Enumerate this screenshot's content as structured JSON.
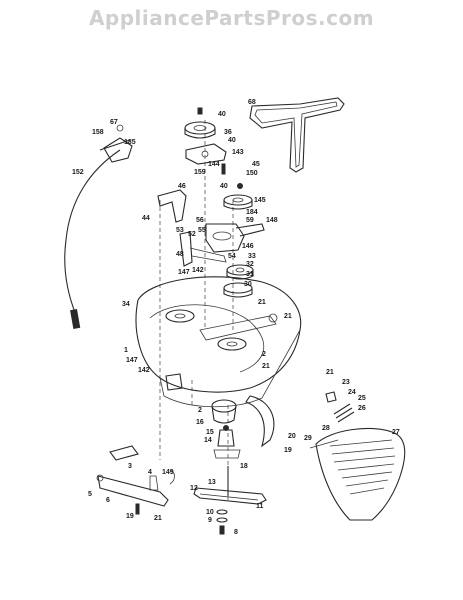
{
  "watermark": "AppliancePartsPros.com",
  "labels": [
    {
      "id": "40a",
      "text": "40"
    },
    {
      "id": "68",
      "text": "68"
    },
    {
      "id": "67",
      "text": "67"
    },
    {
      "id": "36",
      "text": "36"
    },
    {
      "id": "158",
      "text": "158"
    },
    {
      "id": "185",
      "text": "185"
    },
    {
      "id": "40b",
      "text": "40"
    },
    {
      "id": "143",
      "text": "143"
    },
    {
      "id": "144",
      "text": "144"
    },
    {
      "id": "45",
      "text": "45"
    },
    {
      "id": "152",
      "text": "152"
    },
    {
      "id": "159",
      "text": "159"
    },
    {
      "id": "150",
      "text": "150"
    },
    {
      "id": "40c",
      "text": "40"
    },
    {
      "id": "46",
      "text": "46"
    },
    {
      "id": "145",
      "text": "145"
    },
    {
      "id": "184",
      "text": "184"
    },
    {
      "id": "44",
      "text": "44"
    },
    {
      "id": "56",
      "text": "56"
    },
    {
      "id": "59",
      "text": "59"
    },
    {
      "id": "148",
      "text": "148"
    },
    {
      "id": "55",
      "text": "55"
    },
    {
      "id": "53",
      "text": "53"
    },
    {
      "id": "52",
      "text": "52"
    },
    {
      "id": "146",
      "text": "146"
    },
    {
      "id": "48",
      "text": "48"
    },
    {
      "id": "54",
      "text": "54"
    },
    {
      "id": "33",
      "text": "33"
    },
    {
      "id": "32",
      "text": "32"
    },
    {
      "id": "147a",
      "text": "147"
    },
    {
      "id": "142a",
      "text": "142"
    },
    {
      "id": "31",
      "text": "31"
    },
    {
      "id": "30",
      "text": "30"
    },
    {
      "id": "21a",
      "text": "21"
    },
    {
      "id": "34",
      "text": "34"
    },
    {
      "id": "21b",
      "text": "21"
    },
    {
      "id": "1",
      "text": "1"
    },
    {
      "id": "2a",
      "text": "2"
    },
    {
      "id": "147b",
      "text": "147"
    },
    {
      "id": "21c",
      "text": "21"
    },
    {
      "id": "142b",
      "text": "142"
    },
    {
      "id": "21d",
      "text": "21"
    },
    {
      "id": "23",
      "text": "23"
    },
    {
      "id": "24",
      "text": "24"
    },
    {
      "id": "25",
      "text": "25"
    },
    {
      "id": "26",
      "text": "26"
    },
    {
      "id": "2b",
      "text": "2"
    },
    {
      "id": "16",
      "text": "16"
    },
    {
      "id": "15",
      "text": "15"
    },
    {
      "id": "14",
      "text": "14"
    },
    {
      "id": "20",
      "text": "20"
    },
    {
      "id": "18",
      "text": "18"
    },
    {
      "id": "19a",
      "text": "19"
    },
    {
      "id": "28",
      "text": "28"
    },
    {
      "id": "27",
      "text": "27"
    },
    {
      "id": "29",
      "text": "29"
    },
    {
      "id": "3",
      "text": "3"
    },
    {
      "id": "4",
      "text": "4"
    },
    {
      "id": "149",
      "text": "149"
    },
    {
      "id": "13",
      "text": "13"
    },
    {
      "id": "5",
      "text": "5"
    },
    {
      "id": "6",
      "text": "6"
    },
    {
      "id": "12",
      "text": "12"
    },
    {
      "id": "11",
      "text": "11"
    },
    {
      "id": "19b",
      "text": "19"
    },
    {
      "id": "21e",
      "text": "21"
    },
    {
      "id": "10",
      "text": "10"
    },
    {
      "id": "9",
      "text": "9"
    },
    {
      "id": "8",
      "text": "8"
    }
  ]
}
